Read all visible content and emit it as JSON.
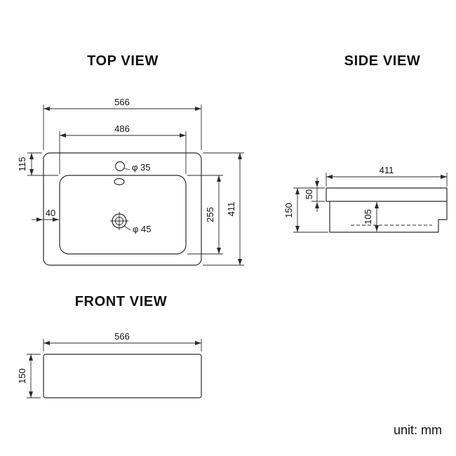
{
  "titles": {
    "top": "TOP VIEW",
    "side": "SIDE VIEW",
    "front": "FRONT VIEW"
  },
  "unit_label": "unit: mm",
  "top_view": {
    "overall_width": "566",
    "deck_width": "486",
    "top_edge_offset": "115",
    "side_edge_offset": "40",
    "faucet_hole_dia": "φ 35",
    "drain_hole_dia": "φ 45",
    "bowl_depth": "255",
    "overall_depth": "411"
  },
  "side_view": {
    "overall_depth": "411",
    "rim_height": "50",
    "overall_height": "150",
    "bowl_inner_depth": "105"
  },
  "front_view": {
    "overall_width": "566",
    "overall_height": "150"
  },
  "colors": {
    "line": "#2a2a2a",
    "text": "#111111"
  }
}
